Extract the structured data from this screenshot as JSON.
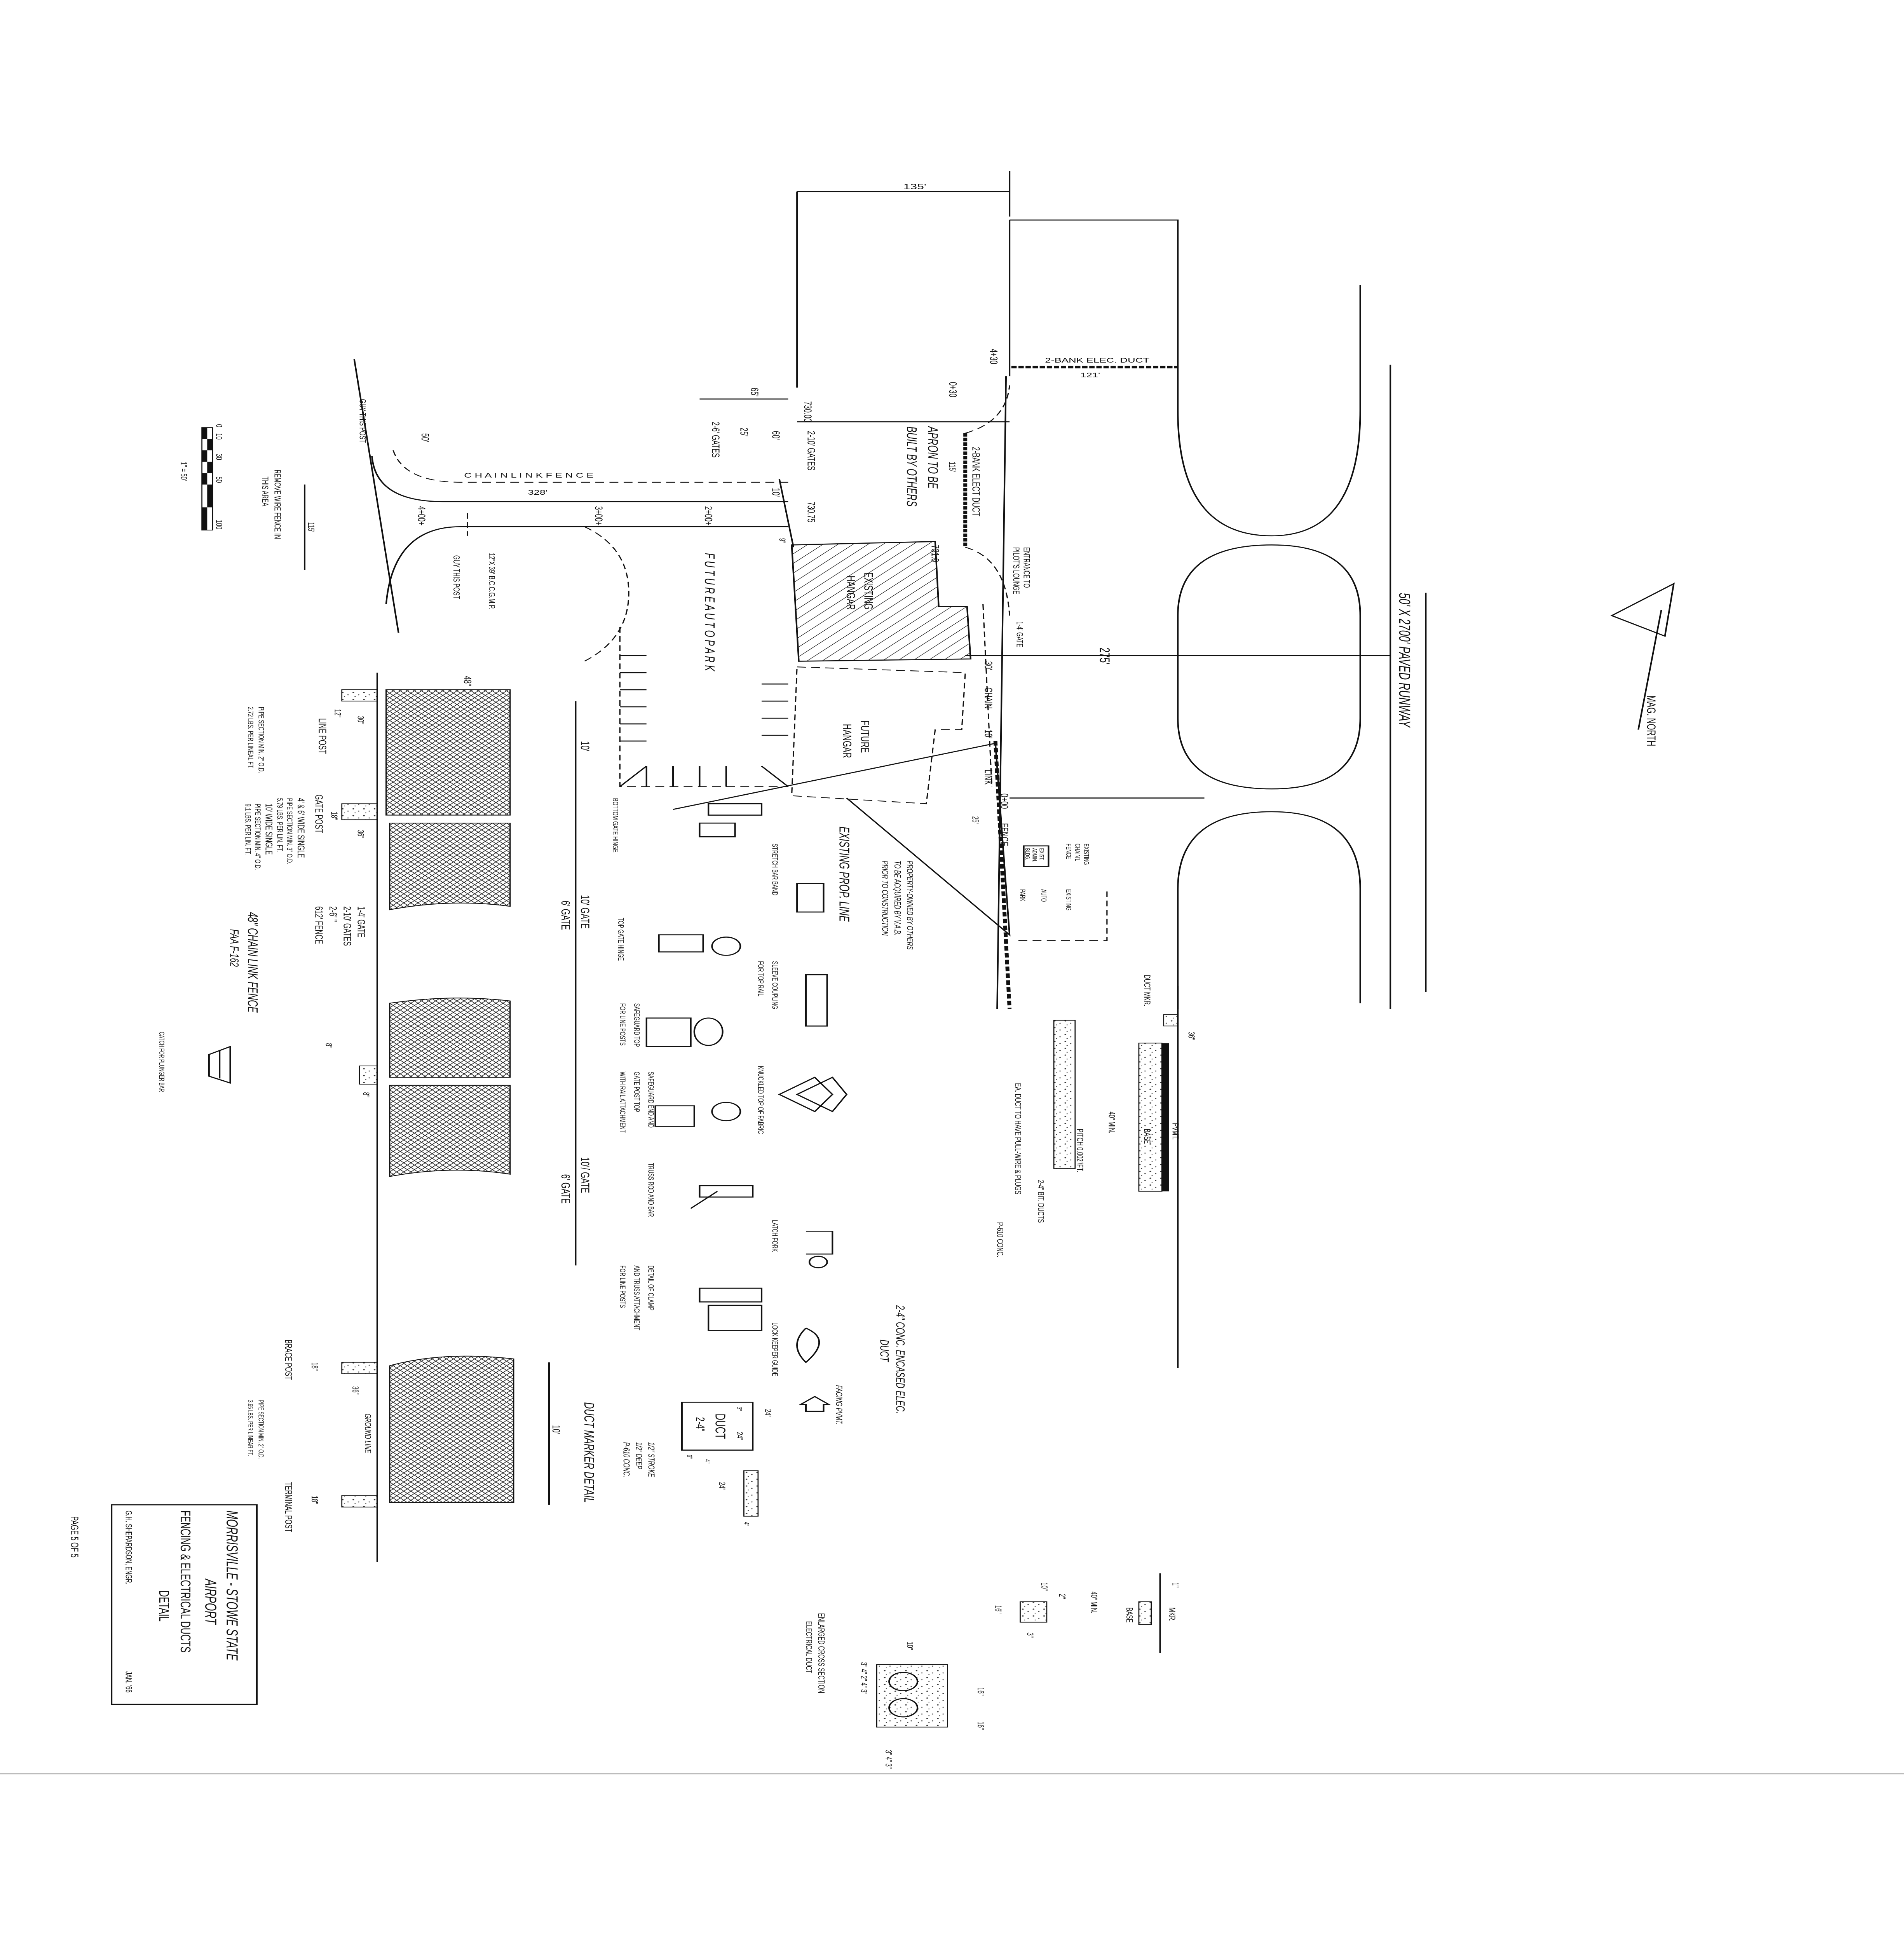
{
  "site_plan": {
    "runway_label": "50' X 2700' PAVED RUNWAY",
    "mag_north": "MAG. NORTH",
    "dim_135": "135'",
    "dim_275": "275'",
    "duct_top_label": "2-BANK  ELEC. DUCT",
    "duct_top_length": "121'",
    "station_4130": "4+30",
    "station_030": "0+30",
    "duct_side_label": "2-BANK ELECT DUCT",
    "duct_side_length": "115'",
    "apron": "APRON  TO  BE",
    "apron2": "BUILT  BY  OTHERS",
    "elev_7300": "730.00",
    "elev_73075": "730.75",
    "elev_7310": "731.0",
    "gates_210": "2-10' GATES",
    "gates_26": "2-6' GATES",
    "dim_65": "65'",
    "dim_25a": "25'",
    "dim_60": "60'",
    "dim_10a": "10'",
    "dim_9a": "9\"",
    "dim_9b": "9\"",
    "chain_link_fence": "C H A I N    L I N K    F E N C E",
    "fence_length": "328'",
    "sta_200": "2+00+",
    "sta_300": "3+00+",
    "sta_400": "4+00+",
    "dim_50": "50'",
    "dim_115": "115'",
    "guy_post_1": "GUY THIS POST",
    "guy_post_2": "GUY THIS POST",
    "remove_fence": "REMOVE WIRE FENCE IN",
    "remove_fence2": "THIS   AREA",
    "culvert": "12\"X 39' B.C.C.G.M.P.",
    "existing_hangar": "EXISTING",
    "existing_hangar2": "HANGAR",
    "future_hangar": "FUTURE",
    "future_hangar2": "HANGAR",
    "future_auto_park": "F U T U R E     A U T O     P A R K",
    "entrance": "ENTRANCE TO",
    "entrance2": "PILOT'S LOUNGE",
    "gate_14": "1-4' GATE",
    "dim_30": "30'",
    "chain": "CHAIN",
    "link": "LINK",
    "fence": "FENCE",
    "dim_10b": "10'",
    "sta_000": "0+00",
    "dim_25b": "25'",
    "existing_prop_line": "EXISTING   PROP. LINE",
    "property_note_1": "PROPERTY-OWNED BY OTHERS",
    "property_note_2": "TO BE ACQUIRED BY V.A.B.",
    "property_note_3": "PRIOR TO CONSTRUCTION",
    "exist_admin": "EXIST.",
    "exist_admin2": "ADMIN.",
    "exist_admin3": "BLDG.",
    "exist_fence": "EXISTING",
    "exist_fence2": "CHAIN'L",
    "exist_fence3": "FENCE",
    "exist_auto": "EXISTING",
    "exist_auto2": "AUTO",
    "exist_auto3": "PARK",
    "scale_ticks": [
      "0",
      "10",
      "30",
      "50",
      "100"
    ],
    "scale_ratio": "1\" = 50'"
  },
  "fence_detail": {
    "line_post": "LINE POST",
    "line_post_spec1": "PIPE SECTION MIN. 2\" O.D.",
    "line_post_spec2": "2.72 LBS. PER LINEAL FT.",
    "dim_12": "12\"",
    "dim_30": "30\"",
    "dim_48": "48\"",
    "gate_post": "GATE POST",
    "dim_18a": "18\"",
    "dim_36a": "36\"",
    "gate_46": "4' & 6' WIDE SINGLE",
    "gate_46_spec1": "PIPE SECTION MIN. 3\" O.D.",
    "gate_46_spec2": "5.79 LBS. PER LIN. FT.",
    "gate_10": "10' WIDE SINGLE",
    "gate_10_spec1": "PIPE SECTION MIN. 4\" O.D.",
    "gate_10_spec2": "9.1 LBS. PER LIN. FT.",
    "qty_1": "1-4' GATE",
    "qty_2": "2-10' GATES",
    "qty_3": "2-6'    \"",
    "qty_4": "612' FENCE",
    "title": "48\" CHAIN LINK FENCE",
    "subtitle": "FAA F-162",
    "dim_10_top": "10'",
    "gate_10_label": "10'  GATE",
    "gate_6_label": "6'  GATE",
    "gate_10b": "10'/ GATE",
    "gate_6b": "6'  GATE",
    "dim_8a": "8\"",
    "dim_8b": "8\"",
    "catch": "CATCH FOR PLUNGER BAR",
    "brace_post": "BRACE POST",
    "terminal_post": "TERMINAL POST",
    "dim_18b": "18\"",
    "dim_18c": "18\"",
    "dim_36b": "36\"",
    "ground_line": "GROUND LINE",
    "brace_spec1": "PIPE SECTION MIN. 2\" O.D.",
    "brace_spec2": "3.65 LBS. PER LINEAR FT.",
    "dim_10_bottom": "10'"
  },
  "fittings": [
    "BOTTOM GATE HINGE",
    "STRETCH BAR BAND",
    "TOP GATE HINGE",
    "SLEEVE COUPLING",
    "FOR TOP RAIL",
    "SAFEGUARD TOP",
    "FOR LINE POSTS",
    "SAFEGUARD END AND",
    "GATE POST TOP",
    "WITH RAIL ATTACHMENT",
    "KNUCKLED TOP OF FABRIC",
    "TRUSS ROD AND BAR",
    "LATCH FORK",
    "DETAIL OF CLAMP",
    "AND TRUSS ATTACHMENT",
    "FOR LINE POSTS",
    "LOCK KEEPER GUIDE"
  ],
  "duct_detail": {
    "duct_mkr": "DUCT MKR.",
    "dim_36": "36\"",
    "pvmt": "PVMT.",
    "base": "BASE",
    "dim_40": "40\" MIN.",
    "pitch": "PITCH 0.002'/FT.",
    "bit_ducts": "2-4\" BIT. DUCTS",
    "pull_wire": "EA. DUCT TO HAVE PULL-WIRE & PLUGS",
    "conc": "P-610 CONC.",
    "title": "2-4\" CONC. ENCASED ELEC.",
    "title2": "DUCT",
    "mkr": "MKR.",
    "base2": "BASE",
    "dim_1": "1\"",
    "dim_40b": "40\" MIN.",
    "dim_2": "2\"",
    "dim_10": "10\"",
    "dim_16": "16\"",
    "dim_3": "3\""
  },
  "marker_detail": {
    "facing": "FACING PVMT.",
    "duct_text": "DUCT",
    "duct_size": "2-4\"",
    "dim_24a": "24\"",
    "dim_24b": "24\"",
    "dim_24c": "24\"",
    "dim_3": "3\"",
    "dim_6": "6\"",
    "dim_4a": "4\"",
    "dim_4b": "4\"",
    "stroke_1": "1/2\" STROKE",
    "stroke_2": "1/2\" DEEP",
    "stroke_3": "P-610 CONC.",
    "title": "DUCT  MARKER  DETAIL"
  },
  "cross_section": {
    "dim_10": "10\"",
    "dim_16a": "16\"",
    "dim_16b": "16\"",
    "dims_row": "3\"  4\"  2\"  4\"  3\"",
    "dims_col": "3\"  4\"  3\"",
    "title": "ENLARGED CROSS SECTION",
    "title2": "ELECTRICAL DUCT"
  },
  "title_block": {
    "line1": "MORRISVILLE - STOWE  STATE",
    "line2": "AIRPORT",
    "line3": "FENCING  &  ELECTRICAL DUCTS",
    "line4": "DETAIL",
    "engineer": "G.H. SHEPARDSON, ENGR.",
    "date": "JAN. '66"
  },
  "page_number": "PAGE 5 OF 5"
}
